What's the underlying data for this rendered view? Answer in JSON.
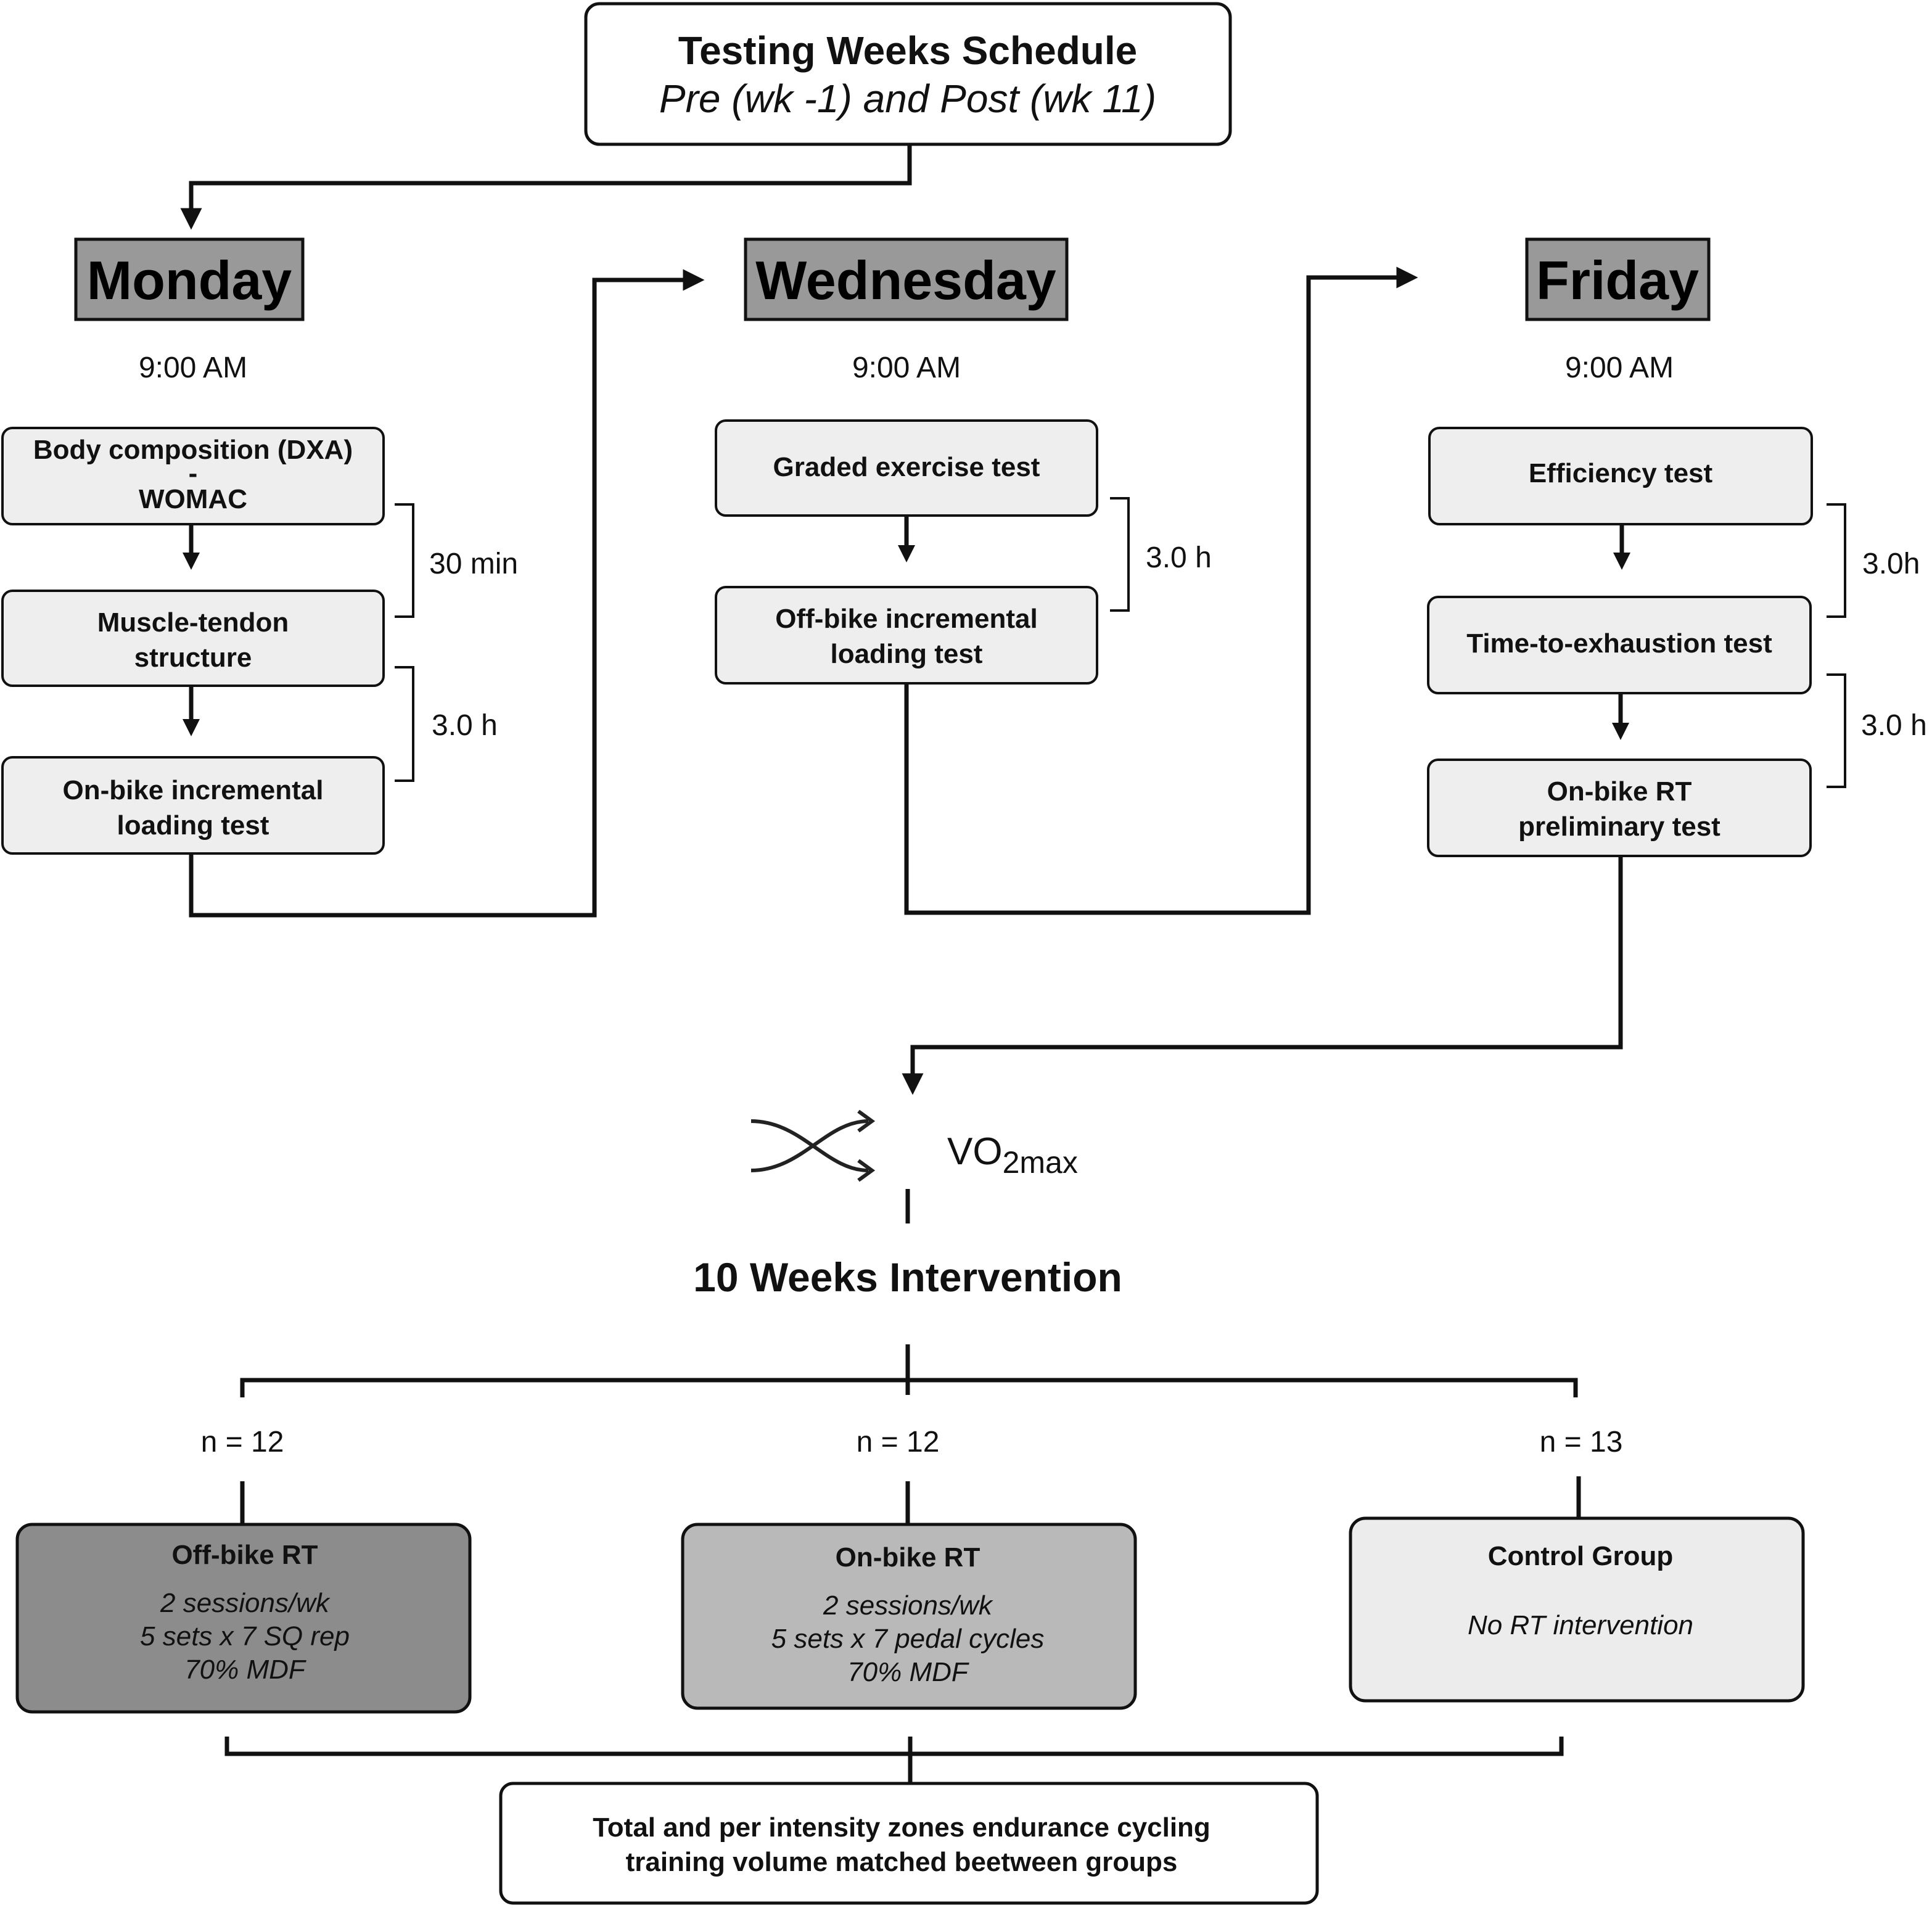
{
  "header": {
    "title": "Testing Weeks Schedule",
    "subtitle": "Pre (wk -1) and Post (wk 11)"
  },
  "days": {
    "monday": {
      "label": "Monday",
      "time": "9:00 AM",
      "steps": [
        {
          "line1": "Body composition  (DXA)",
          "line2": "-",
          "line3": "WOMAC"
        },
        {
          "line1": "Muscle-tendon",
          "line2": "structure"
        },
        {
          "line1": "On-bike incremental",
          "line2": "loading test"
        }
      ],
      "gaps": [
        "30 min",
        "3.0 h"
      ]
    },
    "wednesday": {
      "label": "Wednesday",
      "time": "9:00 AM",
      "steps": [
        {
          "line1": "Graded exercise test"
        },
        {
          "line1": "Off-bike incremental",
          "line2": "loading test"
        }
      ],
      "gaps": [
        "3.0 h"
      ]
    },
    "friday": {
      "label": "Friday",
      "time": "9:00 AM",
      "steps": [
        {
          "line1": "Efficiency test"
        },
        {
          "line1": "Time-to-exhaustion test"
        },
        {
          "line1": "On-bike RT",
          "line2": "preliminary test"
        }
      ],
      "gaps": [
        "3.0h",
        "3.0 h"
      ]
    }
  },
  "randomization": {
    "icon": "shuffle-icon",
    "label_main": "VO",
    "label_sub": "2max"
  },
  "intervention": {
    "title": "10 Weeks Intervention"
  },
  "groups": [
    {
      "n": "n = 12",
      "name": "Off-bike RT",
      "lines": [
        "2 sessions/wk",
        "5 sets x 7 SQ rep",
        "70% MDF"
      ],
      "fill": "#8c8c8c"
    },
    {
      "n": "n = 12",
      "name": "On-bike RT",
      "lines": [
        "2 sessions/wk",
        "5 sets x 7 pedal cycles",
        "70% MDF"
      ],
      "fill": "#b9b9b9"
    },
    {
      "n": "n = 13",
      "name": "Control Group",
      "lines": [
        "No RT intervention"
      ],
      "fill": "#ececec"
    }
  ],
  "footer": {
    "line1": "Total and per intensity zones endurance cycling",
    "line2": "training volume matched beetween groups"
  },
  "colors": {
    "day_header": "#999999",
    "step_box": "#eeeeee",
    "stroke": "#111111"
  }
}
